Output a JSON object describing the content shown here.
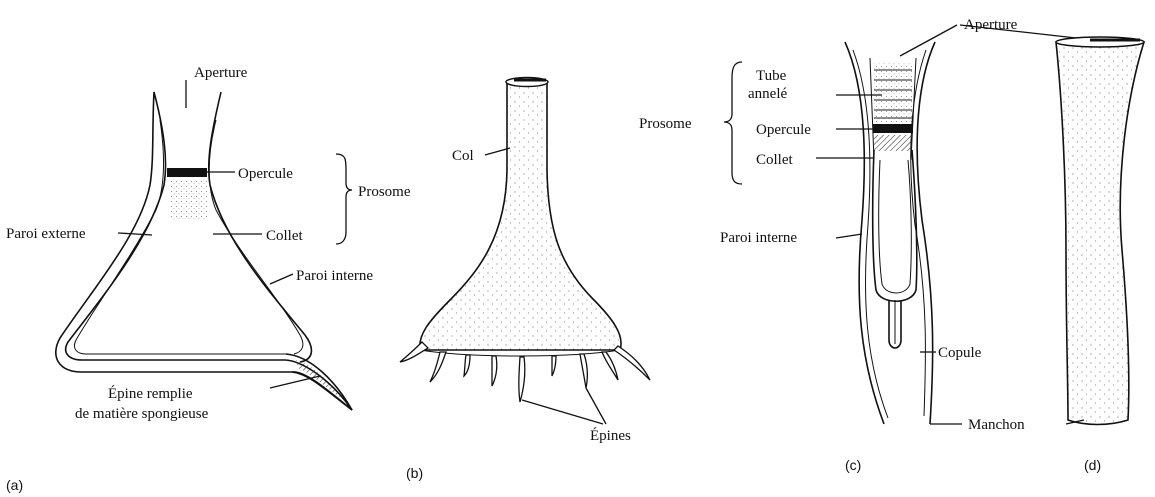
{
  "panels": {
    "a": {
      "tag": "(a)",
      "labels": {
        "aperture": "Aperture",
        "opercule": "Opercule",
        "prosome": "Prosome",
        "paroi_externe": "Paroi externe",
        "collet": "Collet",
        "paroi_interne": "Paroi interne",
        "epine_line1": "Épine remplie",
        "epine_line2": "de matière spongieuse"
      }
    },
    "b": {
      "tag": "(b)",
      "labels": {
        "col": "Col",
        "epines": "Épines"
      }
    },
    "c": {
      "tag": "(c)",
      "labels": {
        "aperture": "Aperture",
        "tube_line1": "Tube",
        "tube_line2": "annelé",
        "prosome": "Prosome",
        "opercule": "Opercule",
        "collet": "Collet",
        "paroi_interne": "Paroi interne",
        "copule": "Copule",
        "manchon": "Manchon"
      }
    },
    "d": {
      "tag": "(d)"
    }
  }
}
